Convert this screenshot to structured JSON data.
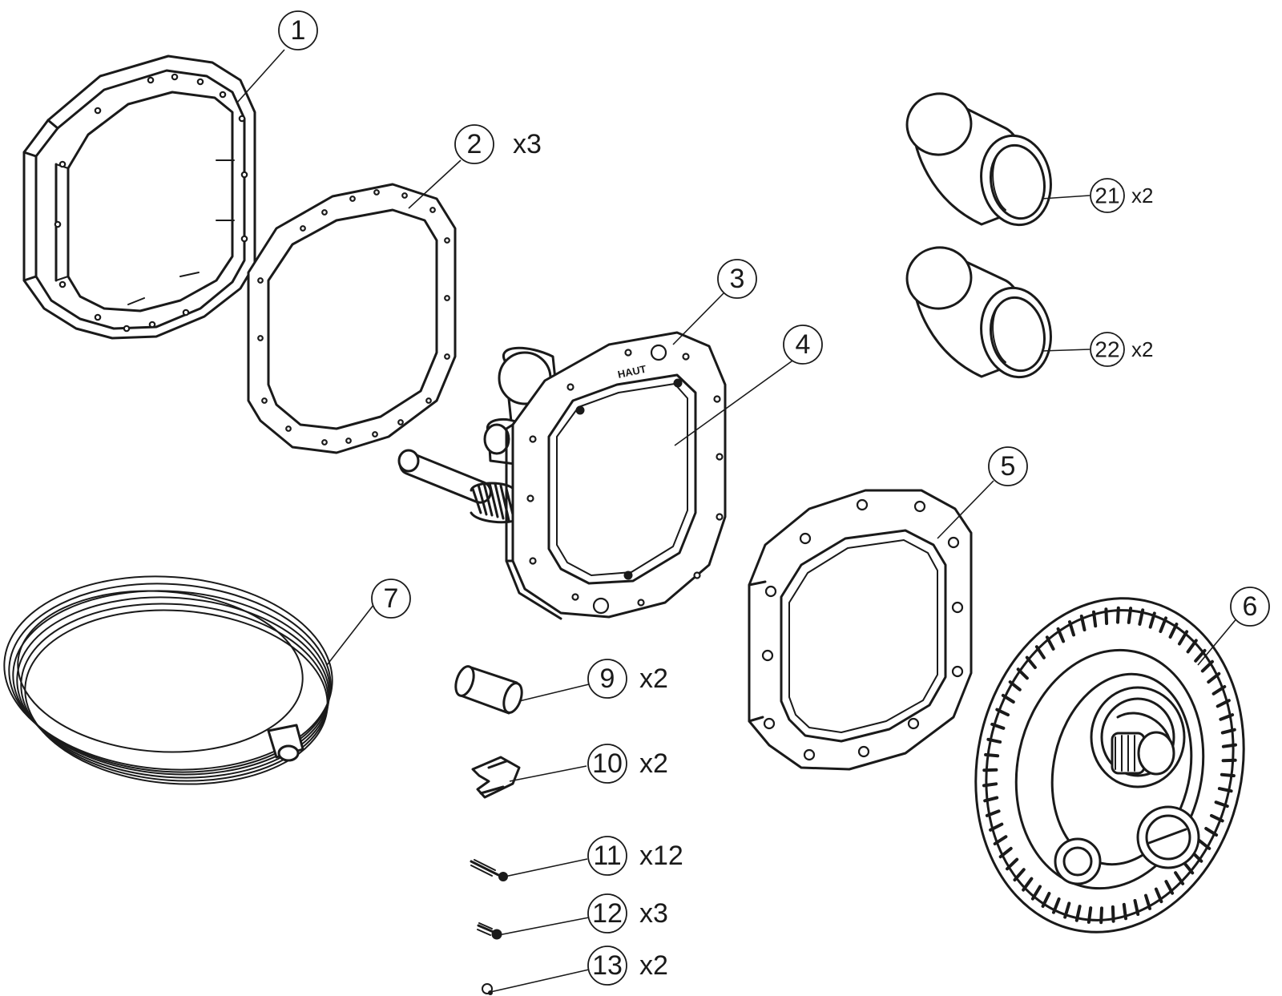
{
  "parts": [
    {
      "id": "part-1",
      "number": "1",
      "quantity": ""
    },
    {
      "id": "part-2",
      "number": "2",
      "quantity": "x3"
    },
    {
      "id": "part-3",
      "number": "3",
      "quantity": ""
    },
    {
      "id": "part-4",
      "number": "4",
      "quantity": ""
    },
    {
      "id": "part-5",
      "number": "5",
      "quantity": ""
    },
    {
      "id": "part-6",
      "number": "6",
      "quantity": ""
    },
    {
      "id": "part-7",
      "number": "7",
      "quantity": ""
    },
    {
      "id": "part-9",
      "number": "9",
      "quantity": "x2"
    },
    {
      "id": "part-10",
      "number": "10",
      "quantity": "x2"
    },
    {
      "id": "part-11",
      "number": "11",
      "quantity": "x12"
    },
    {
      "id": "part-12",
      "number": "12",
      "quantity": "x3"
    },
    {
      "id": "part-13",
      "number": "13",
      "quantity": "x2"
    },
    {
      "id": "part-21",
      "number": "21",
      "quantity": "x2"
    },
    {
      "id": "part-22",
      "number": "22",
      "quantity": "x2"
    }
  ],
  "body_marking": "HAUT"
}
